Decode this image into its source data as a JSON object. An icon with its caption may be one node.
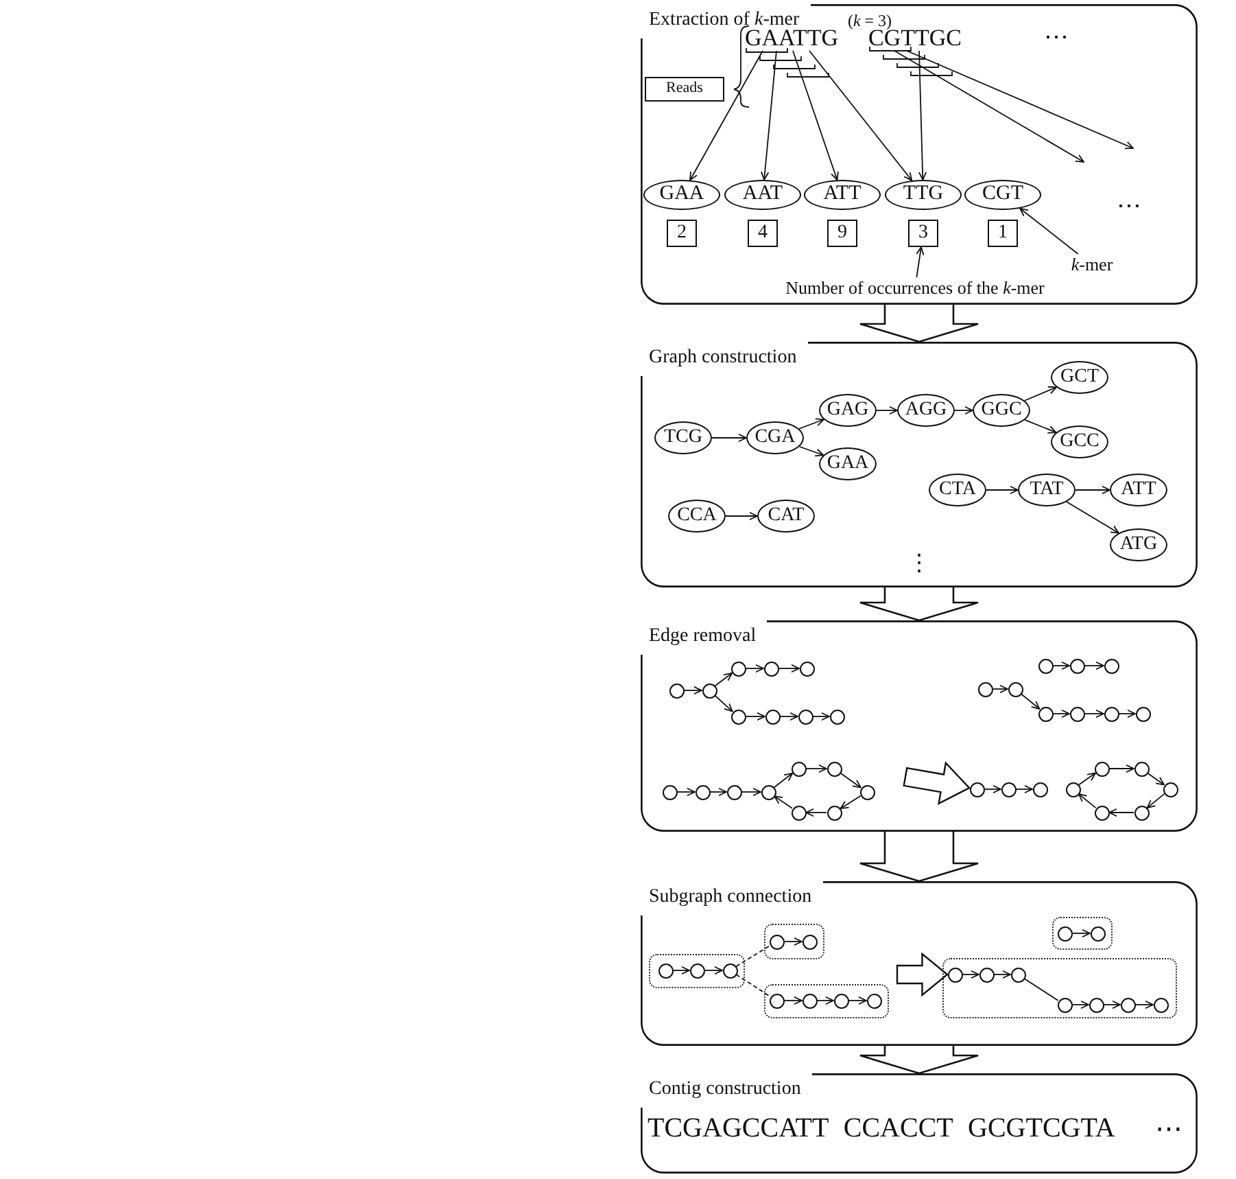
{
  "diagram": {
    "nodes": [
      {
        "text": [
          "Extraction of *k*-mer"
        ]
      },
      {
        "text": [
          "Reads"
        ],
        "in": 0
      },
      {
        "text": [
          "GAATTG"
        ],
        "in": 0
      },
      {
        "text": [
          "CGTTGC"
        ],
        "in": 0
      },
      {
        "text": [
          "GAA"
        ],
        "in": 0
      },
      {
        "text": [
          "AAT"
        ],
        "in": 0
      },
      {
        "text": [
          "ATT"
        ],
        "in": 0
      },
      {
        "text": [
          "TTG"
        ],
        "in": 0
      },
      {
        "text": [
          "CGT"
        ],
        "in": 0
      },
      {
        "text": [
          "2"
        ],
        "in": 0
      },
      {
        "text": [
          "4"
        ],
        "in": 0
      },
      {
        "text": [
          "9"
        ],
        "in": 0
      },
      {
        "text": [
          "3"
        ],
        "in": 0
      },
      {
        "text": [
          "1"
        ],
        "in": 0
      },
      {
        "text": [
          "*k*-mer"
        ],
        "in": 0
      },
      {
        "text": [
          "Number of occurrences of the *k*-mer"
        ],
        "in": 0
      },
      {
        "text": [
          "Graph construction"
        ]
      },
      {
        "text": [
          "TCG"
        ],
        "in": 16
      },
      {
        "text": [
          "CGA"
        ],
        "in": 16
      },
      {
        "text": [
          "GAG"
        ],
        "in": 16
      },
      {
        "text": [
          "AGG"
        ],
        "in": 16
      },
      {
        "text": [
          "GGC"
        ],
        "in": 16
      },
      {
        "text": [
          "GCT"
        ],
        "in": 16
      },
      {
        "text": [
          "GCC"
        ],
        "in": 16
      },
      {
        "text": [
          "GAA"
        ],
        "in": 16
      },
      {
        "text": [
          "CTA"
        ],
        "in": 16
      },
      {
        "text": [
          "TAT"
        ],
        "in": 16
      },
      {
        "text": [
          "ATT"
        ],
        "in": 16
      },
      {
        "text": [
          "CCA"
        ],
        "in": 16
      },
      {
        "text": [
          "CAT"
        ],
        "in": 16
      },
      {
        "text": [
          "ATG"
        ],
        "in": 16
      },
      {
        "text": [
          "Edge removal"
        ]
      },
      {
        "text": [],
        "shape": "circle",
        "in": 31
      },
      {
        "text": [],
        "shape": "circle",
        "in": 31
      },
      {
        "text": [],
        "shape": "circle",
        "in": 31
      },
      {
        "text": [],
        "shape": "circle",
        "in": 31
      },
      {
        "text": [],
        "shape": "circle",
        "in": 31
      },
      {
        "text": [],
        "shape": "circle",
        "in": 31
      },
      {
        "text": [],
        "shape": "circle",
        "in": 31
      },
      {
        "text": [],
        "shape": "circle",
        "in": 31
      },
      {
        "text": [],
        "shape": "circle",
        "in": 31
      },
      {
        "text": [],
        "shape": "circle",
        "in": 31
      },
      {
        "text": [],
        "shape": "circle",
        "in": 31
      },
      {
        "text": [],
        "shape": "circle",
        "in": 31
      },
      {
        "text": [],
        "shape": "circle",
        "in": 31
      },
      {
        "text": [],
        "shape": "circle",
        "in": 31
      },
      {
        "text": [],
        "shape": "circle",
        "in": 31
      },
      {
        "text": [],
        "shape": "circle",
        "in": 31
      },
      {
        "text": [],
        "shape": "circle",
        "in": 31
      },
      {
        "text": [],
        "shape": "circle",
        "in": 31
      },
      {
        "text": [],
        "shape": "circle",
        "in": 31
      },
      {
        "text": [],
        "shape": "circle",
        "in": 31
      },
      {
        "text": [],
        "shape": "circle",
        "in": 31
      },
      {
        "text": [],
        "shape": "circle",
        "in": 31
      },
      {
        "text": [],
        "shape": "circle",
        "in": 31
      },
      {
        "text": [],
        "shape": "circle",
        "in": 31
      },
      {
        "text": [],
        "shape": "circle",
        "in": 31
      },
      {
        "text": [],
        "shape": "circle",
        "in": 31
      },
      {
        "text": [],
        "shape": "circle",
        "in": 31
      },
      {
        "text": [],
        "shape": "circle",
        "in": 31
      },
      {
        "text": [],
        "shape": "circle",
        "in": 31
      },
      {
        "text": [],
        "shape": "circle",
        "in": 31
      },
      {
        "text": [],
        "shape": "circle",
        "in": 31
      },
      {
        "text": [],
        "shape": "circle",
        "in": 31
      },
      {
        "text": [],
        "shape": "circle",
        "in": 31
      },
      {
        "text": [],
        "shape": "circle",
        "in": 31
      },
      {
        "text": [],
        "shape": "circle",
        "in": 31
      },
      {
        "text": [],
        "shape": "circle",
        "in": 31
      },
      {
        "text": [
          "Subgraph connection"
        ]
      },
      {
        "text": [],
        "shape": "box",
        "in": 68
      },
      {
        "text": [],
        "shape": "circle",
        "in": 69
      },
      {
        "text": [],
        "shape": "circle",
        "in": 69
      },
      {
        "text": [],
        "shape": "circle",
        "in": 69
      },
      {
        "text": [],
        "shape": "box",
        "in": 68
      },
      {
        "text": [],
        "shape": "circle",
        "in": 73
      },
      {
        "text": [],
        "shape": "circle",
        "in": 73
      },
      {
        "text": [],
        "shape": "box",
        "in": 68
      },
      {
        "text": [],
        "shape": "circle",
        "in": 76
      },
      {
        "text": [],
        "shape": "circle",
        "in": 76
      },
      {
        "text": [],
        "shape": "circle",
        "in": 76
      },
      {
        "text": [],
        "shape": "circle",
        "in": 76
      },
      {
        "text": [],
        "shape": "box",
        "in": 68
      },
      {
        "text": [],
        "shape": "circle",
        "in": 81
      },
      {
        "text": [],
        "shape": "circle",
        "in": 81
      },
      {
        "text": [],
        "shape": "box",
        "in": 68
      },
      {
        "text": [],
        "shape": "circle",
        "in": 84
      },
      {
        "text": [],
        "shape": "circle",
        "in": 84
      },
      {
        "text": [],
        "shape": "circle",
        "in": 84
      },
      {
        "text": [],
        "shape": "circle",
        "in": 84
      },
      {
        "text": [],
        "shape": "circle",
        "in": 84
      },
      {
        "text": [],
        "shape": "circle",
        "in": 84
      },
      {
        "text": [],
        "shape": "circle",
        "in": 84
      },
      {
        "text": [
          "Contig construction",
          "TCGAGCCATT CCACCT GCGTCGTA"
        ]
      }
    ],
    "edges": [
      {
        "from": 2,
        "to": 4,
        "arrow": "to"
      },
      {
        "from": 2,
        "to": 5,
        "arrow": "to"
      },
      {
        "from": 2,
        "to": 6,
        "arrow": "to"
      },
      {
        "from": 2,
        "to": 7,
        "arrow": "to"
      },
      {
        "from": 3,
        "to": 7,
        "arrow": "to"
      },
      {
        "from": 3,
        "to": null,
        "arrow": "to"
      },
      {
        "from": 3,
        "to": null,
        "arrow": "to"
      },
      {
        "from": 14,
        "to": 8,
        "arrow": "to"
      },
      {
        "from": 15,
        "to": 12,
        "arrow": "to"
      },
      {
        "from": 0,
        "to": 16,
        "arrow": "to",
        "style": "thick"
      },
      {
        "from": 17,
        "to": 18,
        "arrow": "to"
      },
      {
        "from": 18,
        "to": 19,
        "arrow": "to"
      },
      {
        "from": 18,
        "to": 24,
        "arrow": "to"
      },
      {
        "from": 19,
        "to": 20,
        "arrow": "to"
      },
      {
        "from": 20,
        "to": 21,
        "arrow": "to"
      },
      {
        "from": 21,
        "to": 22,
        "arrow": "to"
      },
      {
        "from": 21,
        "to": 23,
        "arrow": "to"
      },
      {
        "from": 25,
        "to": 26,
        "arrow": "to"
      },
      {
        "from": 26,
        "to": 27,
        "arrow": "to"
      },
      {
        "from": 26,
        "to": 30,
        "arrow": "to"
      },
      {
        "from": 28,
        "to": 29,
        "arrow": "to"
      },
      {
        "from": 16,
        "to": 31,
        "arrow": "to",
        "style": "thick"
      },
      {
        "from": 32,
        "to": 33,
        "arrow": "to"
      },
      {
        "from": 33,
        "to": 34,
        "arrow": "to"
      },
      {
        "from": 34,
        "to": 35,
        "arrow": "to"
      },
      {
        "from": 35,
        "to": 36,
        "arrow": "to"
      },
      {
        "from": 33,
        "to": 37,
        "arrow": "to"
      },
      {
        "from": 37,
        "to": 38,
        "arrow": "to"
      },
      {
        "from": 38,
        "to": 39,
        "arrow": "to"
      },
      {
        "from": 39,
        "to": 40,
        "arrow": "to"
      },
      {
        "from": 41,
        "to": 42,
        "arrow": "to"
      },
      {
        "from": 42,
        "to": 43,
        "arrow": "to"
      },
      {
        "from": 43,
        "to": 44,
        "arrow": "to"
      },
      {
        "from": 44,
        "to": 45,
        "arrow": "to"
      },
      {
        "from": 45,
        "to": 46,
        "arrow": "to"
      },
      {
        "from": 46,
        "to": 47,
        "arrow": "to"
      },
      {
        "from": 47,
        "to": 48,
        "arrow": "to"
      },
      {
        "from": 48,
        "to": 49,
        "arrow": "to"
      },
      {
        "from": 49,
        "to": 44,
        "arrow": "to"
      },
      {
        "from": 50,
        "to": 51,
        "arrow": "to"
      },
      {
        "from": 51,
        "to": 52,
        "arrow": "to"
      },
      {
        "from": 53,
        "to": 54,
        "arrow": "to"
      },
      {
        "from": 54,
        "to": 55,
        "arrow": "to"
      },
      {
        "from": 55,
        "to": 56,
        "arrow": "to"
      },
      {
        "from": 56,
        "to": 57,
        "arrow": "to"
      },
      {
        "from": 57,
        "to": 58,
        "arrow": "to"
      },
      {
        "from": 59,
        "to": 60,
        "arrow": "to"
      },
      {
        "from": 60,
        "to": 61,
        "arrow": "to"
      },
      {
        "from": 62,
        "to": 63,
        "arrow": "to"
      },
      {
        "from": 63,
        "to": 64,
        "arrow": "to"
      },
      {
        "from": 64,
        "to": 65,
        "arrow": "to"
      },
      {
        "from": 65,
        "to": 66,
        "arrow": "to"
      },
      {
        "from": 66,
        "to": 67,
        "arrow": "to"
      },
      {
        "from": 67,
        "to": 62,
        "arrow": "to"
      },
      {
        "from": 31,
        "to": 68,
        "arrow": "to",
        "style": "thick"
      },
      {
        "from": 70,
        "to": 71,
        "arrow": "to"
      },
      {
        "from": 71,
        "to": 72,
        "arrow": "to"
      },
      {
        "from": 72,
        "to": 74,
        "arrow": "none",
        "style": "dashed"
      },
      {
        "from": 72,
        "to": 77,
        "arrow": "none",
        "style": "dashed"
      },
      {
        "from": 74,
        "to": 75,
        "arrow": "to"
      },
      {
        "from": 77,
        "to": 78,
        "arrow": "to"
      },
      {
        "from": 78,
        "to": 79,
        "arrow": "to"
      },
      {
        "from": 79,
        "to": 80,
        "arrow": "to"
      },
      {
        "from": 82,
        "to": 83,
        "arrow": "to"
      },
      {
        "from": 85,
        "to": 86,
        "arrow": "to"
      },
      {
        "from": 86,
        "to": 87,
        "arrow": "to"
      },
      {
        "from": 87,
        "to": 88,
        "arrow": "none"
      },
      {
        "from": 88,
        "to": 89,
        "arrow": "to"
      },
      {
        "from": 89,
        "to": 90,
        "arrow": "to"
      },
      {
        "from": 90,
        "to": 91,
        "arrow": "to"
      },
      {
        "from": 68,
        "to": 92,
        "arrow": "to",
        "style": "thick"
      },
      {
        "from": null,
        "to": 59,
        "arrow": "to",
        "style": "thick"
      },
      {
        "from": null,
        "to": 85,
        "arrow": "to",
        "style": "thick"
      }
    ],
    "labels": [
      "(*k* = 3)",
      "⋯",
      "⋯",
      "⋮",
      "⋯"
    ]
  }
}
